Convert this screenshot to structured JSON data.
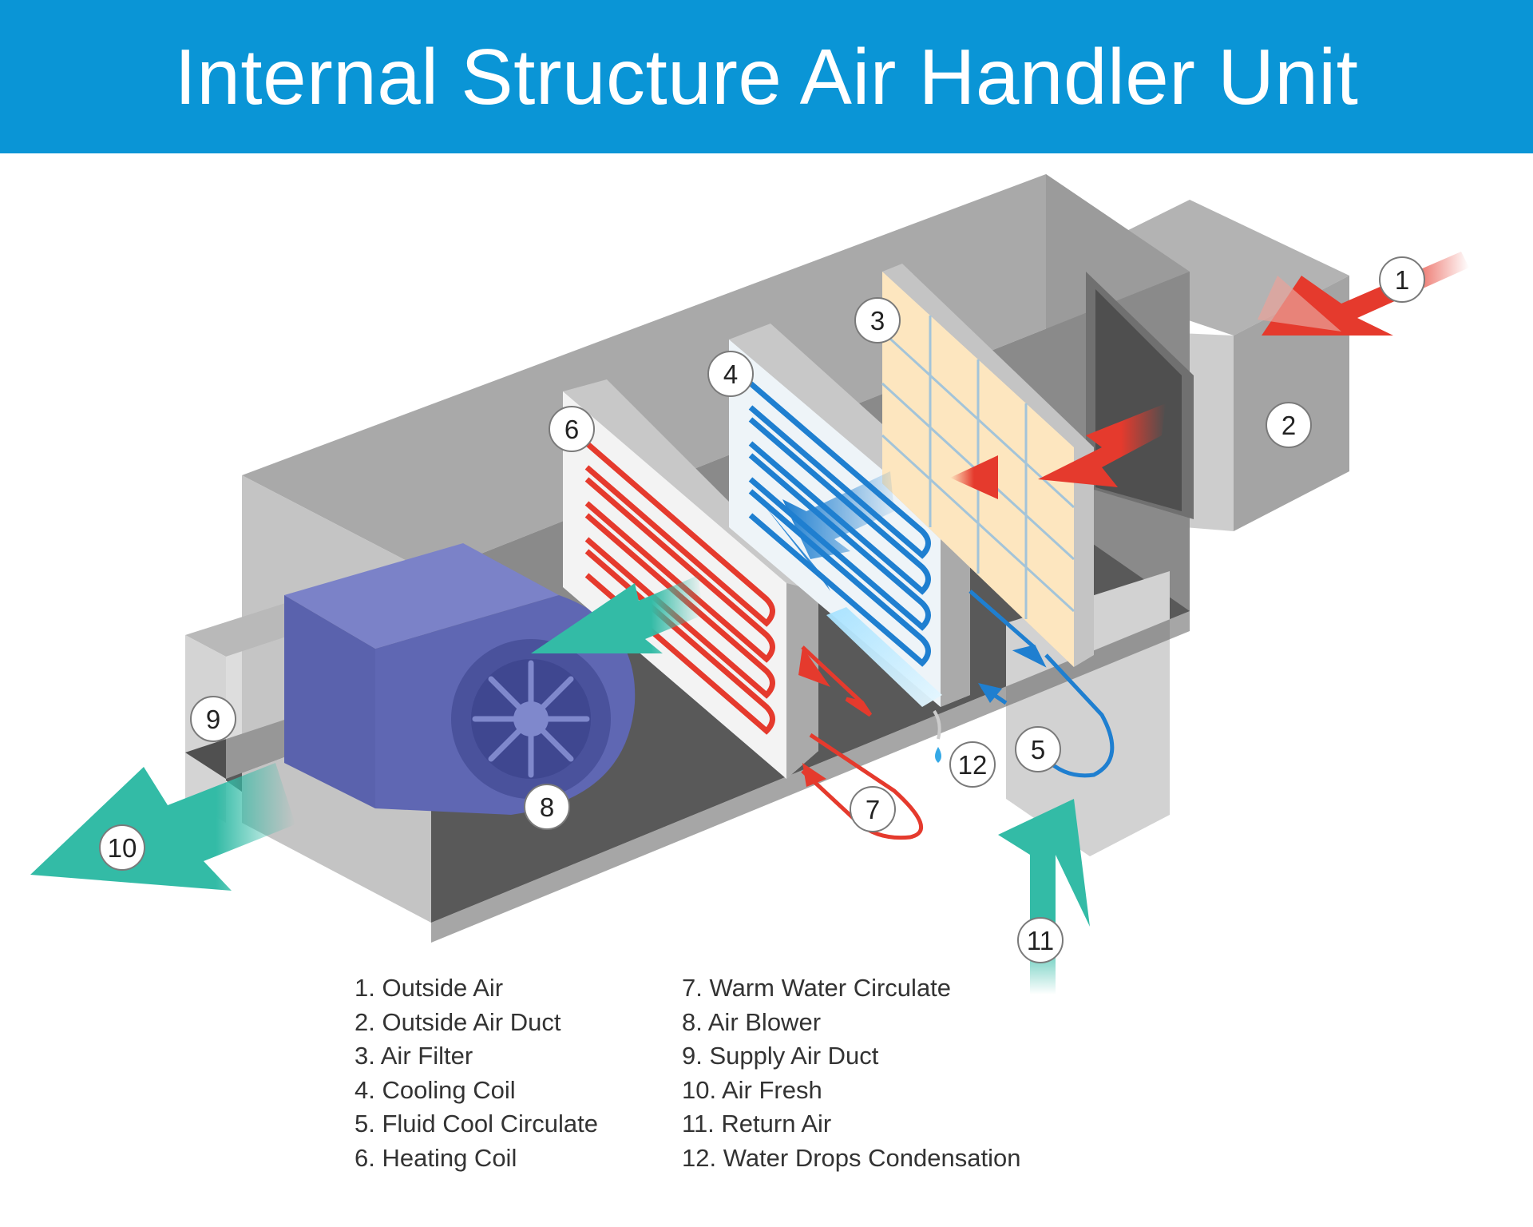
{
  "title": "Internal Structure Air Handler Unit",
  "colors": {
    "banner": "#0a95d6",
    "heat": "#e53a2d",
    "cool": "#1f7fd0",
    "air": "#33bba6",
    "blower": "#6b73bd",
    "filter": "#fde6bf"
  },
  "callouts": [
    "1",
    "2",
    "3",
    "4",
    "5",
    "6",
    "7",
    "8",
    "9",
    "10",
    "11",
    "12"
  ],
  "legend": {
    "left": [
      "1. Outside Air",
      "2. Outside Air Duct",
      "3. Air Filter",
      "4. Cooling Coil",
      "5. Fluid Cool Circulate",
      "6. Heating Coil"
    ],
    "right": [
      "7. Warm Water Circulate",
      "8. Air Blower",
      "9. Supply Air Duct",
      "10. Air Fresh",
      "11. Return Air",
      "12. Water Drops Condensation"
    ]
  }
}
